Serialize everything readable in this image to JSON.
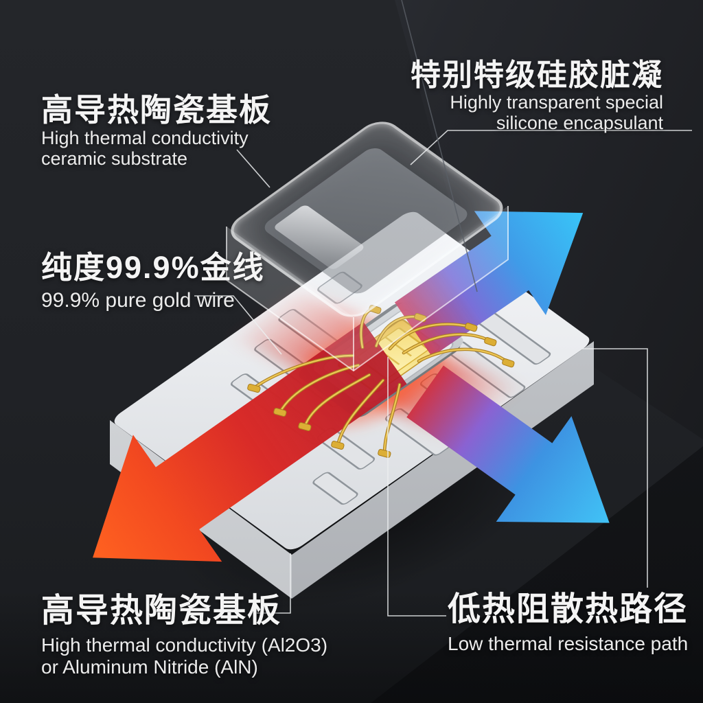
{
  "callouts": {
    "top_left": {
      "zh": "高导热陶瓷基板",
      "en_line1": "High thermal conductivity",
      "en_line2": "ceramic substrate"
    },
    "top_right": {
      "zh": "特别特级硅胶脏凝",
      "en_line1": "Highly transparent special",
      "en_line2": "silicone encapsulant"
    },
    "mid_left": {
      "zh": "纯度99.9%金线",
      "en_line1": "99.9% pure gold wire"
    },
    "bottom_left": {
      "zh": "高导热陶瓷基板",
      "en_line1": "High thermal conductivity (Al2O3)",
      "en_line2": "or Aluminum Nitride (AlN)"
    },
    "bottom_right": {
      "zh": "低热阻散热路径",
      "en_line1": "Low thermal resistance path"
    }
  },
  "colors": {
    "background": "#202226",
    "substrate": "#eef0f3",
    "heat_hot": "#ff5a1e",
    "heat_deep_red": "#c01f2e",
    "cool_blue": "#38c5f8",
    "cool_deep_blue": "#2f7fe0",
    "gold_wire": "#d9a637",
    "glass": "rgba(242,247,252,0.16)"
  }
}
